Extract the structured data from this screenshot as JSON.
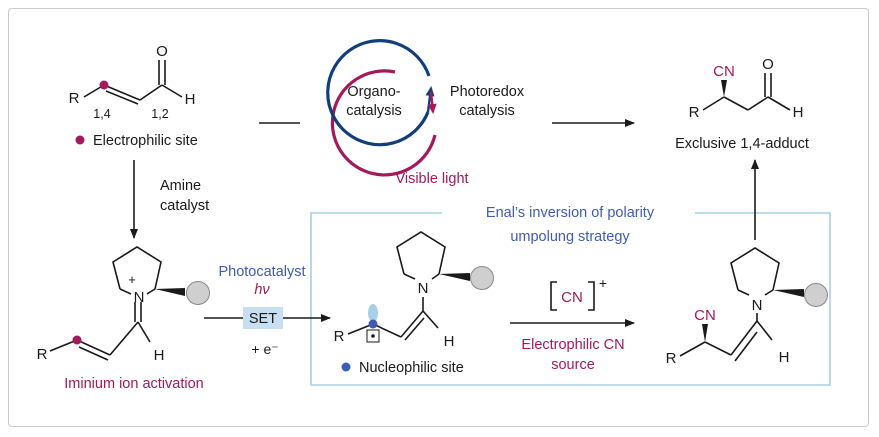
{
  "colors": {
    "ink": "#1a1a1a",
    "magenta": "#a3195b",
    "navy": "#123f7a",
    "blue": "#3f5bb3",
    "light_blue": "#a9cfe8",
    "set_box": "#c7dff1",
    "gray_ball": "#cfcfcf"
  },
  "top_left": {
    "carbonyl_o": "O",
    "r_group": "R",
    "pos14": "1,4",
    "pos12": "1,2",
    "aldehyde_h": "H",
    "caption": "Electrophilic site"
  },
  "cycle": {
    "organo": "Organo-",
    "organo2": "catalysis",
    "photo": "Photoredox",
    "photo2": "catalysis",
    "caption": "Visible light"
  },
  "product": {
    "cn": "CN",
    "r_group": "R",
    "o": "O",
    "h": "H",
    "caption": "Exclusive 1,4-adduct"
  },
  "amine_step": {
    "line1": "Amine",
    "line2": "catalyst"
  },
  "iminium": {
    "plus": "+",
    "n": "N",
    "r_group": "R",
    "h": "H",
    "caption": "Iminium ion activation"
  },
  "photo_step": {
    "line1": "Photocatalyst",
    "hv": "hν",
    "set": "SET",
    "electron": "+ e⁻"
  },
  "umpolung": {
    "line1": "Enal’s inversion of polarity",
    "line2": "umpolung strategy"
  },
  "radical": {
    "n": "N",
    "r_group": "R",
    "h": "H",
    "caption": "Nucleophilic site"
  },
  "cn_step": {
    "reagent": "CN",
    "charge": "+",
    "line1": "Electrophilic CN",
    "line2": "source"
  },
  "enamine": {
    "cn": "CN",
    "n": "N",
    "r_group": "R",
    "h": "H"
  }
}
